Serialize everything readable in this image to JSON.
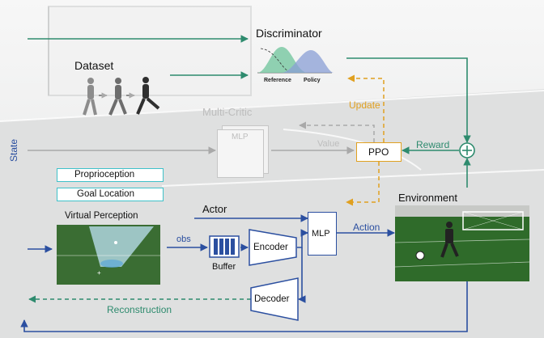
{
  "state_label": "State",
  "discriminator": {
    "title": "Discriminator",
    "reference_label": "Reference",
    "policy_label": "Policy"
  },
  "dataset": {
    "title": "Dataset"
  },
  "multi_critic": {
    "title": "Multi-Critic",
    "mlp_label": "MLP"
  },
  "ppo_label": "PPO",
  "update_label": "Update",
  "value_label": "Value",
  "reward_label": "Reward",
  "perception": {
    "proprioception": "Proprioception",
    "goal_location": "Goal Location",
    "virtual_perception": "Virtual Perception"
  },
  "obs_label": "obs",
  "actor": {
    "title": "Actor",
    "buffer_label": "Buffer",
    "encoder_label": "Encoder",
    "mlp_label": "MLP",
    "decoder_label": "Decoder"
  },
  "action_label": "Action",
  "environment_label": "Environment",
  "reconstruction_label": "Reconstruction",
  "colors": {
    "green": "#2e8b6e",
    "blue": "#2b4fa0",
    "orange": "#e0a020",
    "gray": "#a9a9a9",
    "teal": "#3fc1c9"
  }
}
